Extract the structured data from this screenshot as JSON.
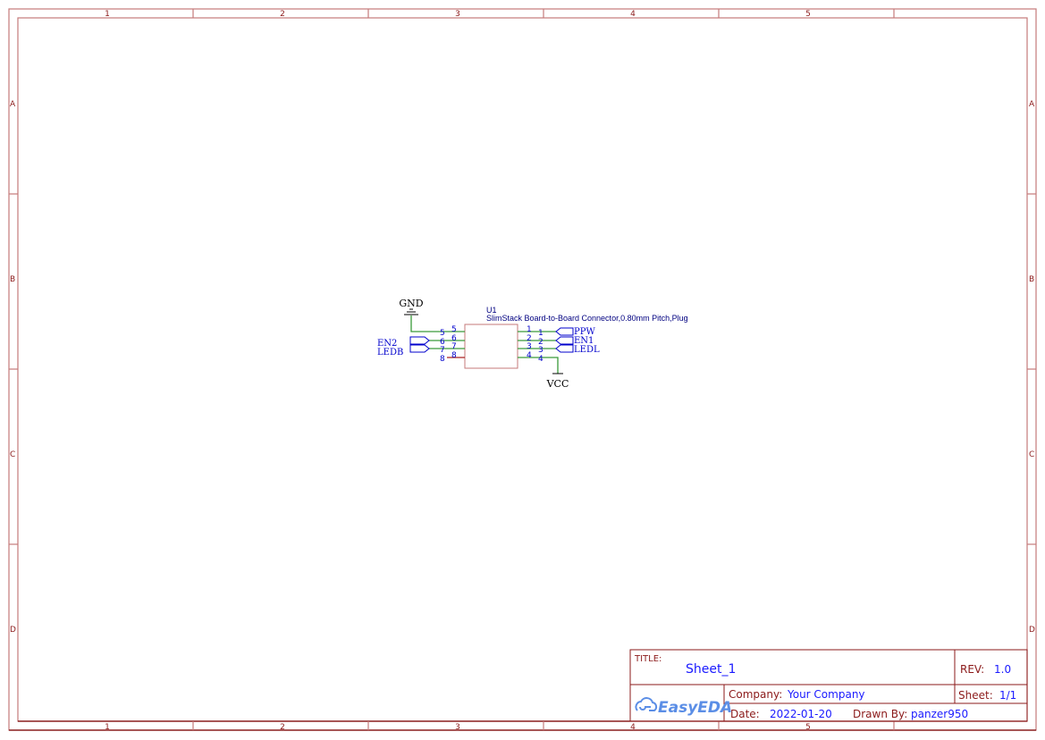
{
  "sheet": {
    "columns": [
      "1",
      "2",
      "3",
      "4",
      "5"
    ],
    "rows": [
      "A",
      "B",
      "C",
      "D"
    ],
    "border_color": "#8b1a1a"
  },
  "schematic": {
    "component": {
      "designator": "U1",
      "description": "SlimStack Board-to-Board Connector,0.80mm Pitch,Plug",
      "left_pins": [
        {
          "outer": "5",
          "inner": "5"
        },
        {
          "outer": "6",
          "inner": "6"
        },
        {
          "outer": "7",
          "inner": "7"
        },
        {
          "outer": "8",
          "inner": "8"
        }
      ],
      "right_pins": [
        {
          "inner": "1",
          "outer": "1"
        },
        {
          "inner": "2",
          "outer": "2"
        },
        {
          "inner": "3",
          "outer": "3"
        },
        {
          "inner": "4",
          "outer": "4"
        }
      ]
    },
    "power": {
      "gnd": "GND",
      "vcc": "VCC"
    },
    "net_labels_left": [
      "EN2",
      "LEDB"
    ],
    "net_labels_right": [
      "PPW",
      "EN1",
      "LEDL"
    ],
    "wire_color": "#3a9a3a",
    "label_color": "#0000cc"
  },
  "title_block": {
    "title_label": "TITLE:",
    "title_value": "Sheet_1",
    "rev_label": "REV:",
    "rev_value": "1.0",
    "company_label": "Company:",
    "company_value": "Your Company",
    "sheet_label": "Sheet:",
    "sheet_value": "1/1",
    "date_label": "Date:",
    "date_value": "2022-01-20",
    "drawn_by_label": "Drawn By:",
    "drawn_by_value": "panzer950",
    "logo": "EasyEDA"
  }
}
